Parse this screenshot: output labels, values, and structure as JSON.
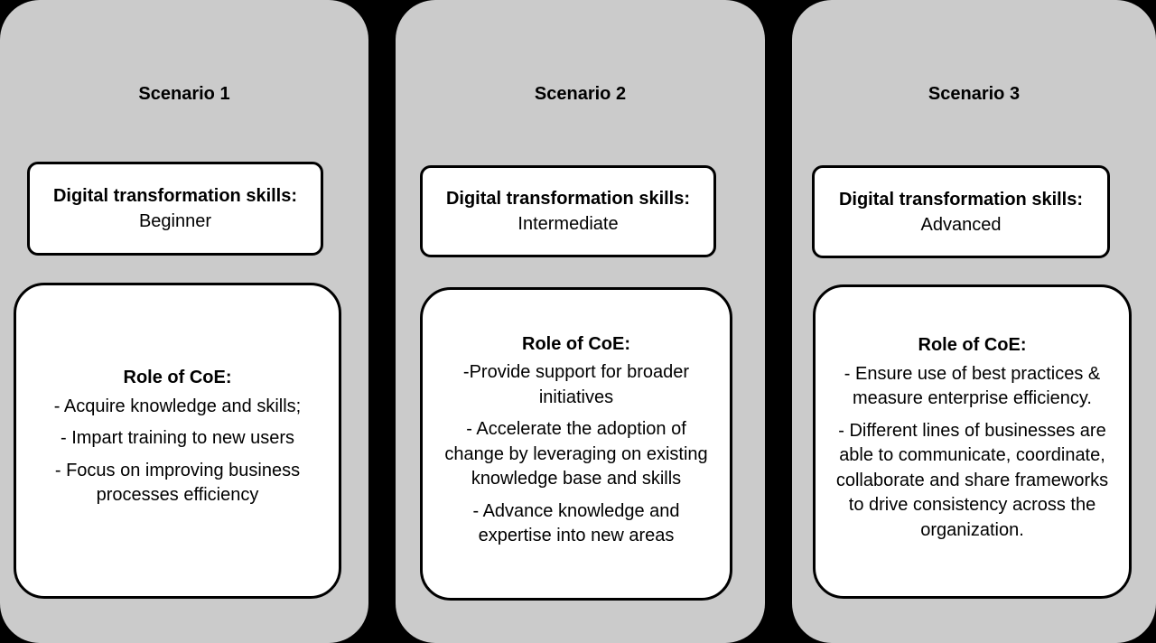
{
  "scenarios": [
    {
      "title": "Scenario 1",
      "skills_label": "Digital transformation skills:",
      "skills_level": "Beginner",
      "role_label": "Role of CoE:",
      "role_items": [
        "- Acquire knowledge and skills;",
        "- Impart training to new users",
        "- Focus on improving business processes efficiency"
      ]
    },
    {
      "title": "Scenario 2",
      "skills_label": "Digital transformation skills:",
      "skills_level": "Intermediate",
      "role_label": "Role of CoE:",
      "role_items": [
        "-Provide support for broader initiatives",
        "- Accelerate the adoption of change by leveraging on existing knowledge base and skills",
        "- Advance knowledge and expertise into new areas"
      ]
    },
    {
      "title": "Scenario 3",
      "skills_label": "Digital transformation skills:",
      "skills_level": "Advanced",
      "role_label": "Role of CoE:",
      "role_items": [
        "- Ensure use of best practices & measure enterprise efficiency.",
        "- Different lines of businesses are able to communicate, coordinate, collaborate and share frameworks to drive consistency across the organization."
      ]
    }
  ],
  "colors": {
    "panel": "#cbcbcb",
    "box": "#ffffff",
    "background": "#000000"
  }
}
